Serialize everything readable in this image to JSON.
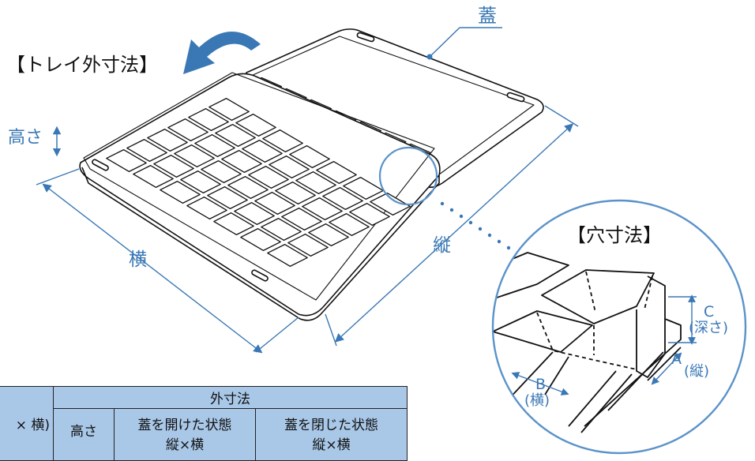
{
  "labels": {
    "lid": "蓋",
    "tray_outer": "【トレイ外寸法】",
    "height": "高さ",
    "width": "横",
    "length": "縦",
    "hole_dims": "【穴寸法】",
    "c_letter": "C",
    "c_sub": "(深さ)",
    "a_letter": "A",
    "a_sub": "(縦)",
    "b_letter": "B",
    "b_sub": "(横)"
  },
  "table": {
    "col0_header": "× 横)",
    "group_header": "外寸法",
    "col_height": "高さ",
    "col_open": "蓋を開けた状態",
    "col_open_sub": "縦×横",
    "col_closed": "蓋を閉じた状態",
    "col_closed_sub": "縦×横"
  },
  "colors": {
    "accent": "#3a78b5",
    "line": "#111111",
    "table_header": "#a9c8e8"
  }
}
